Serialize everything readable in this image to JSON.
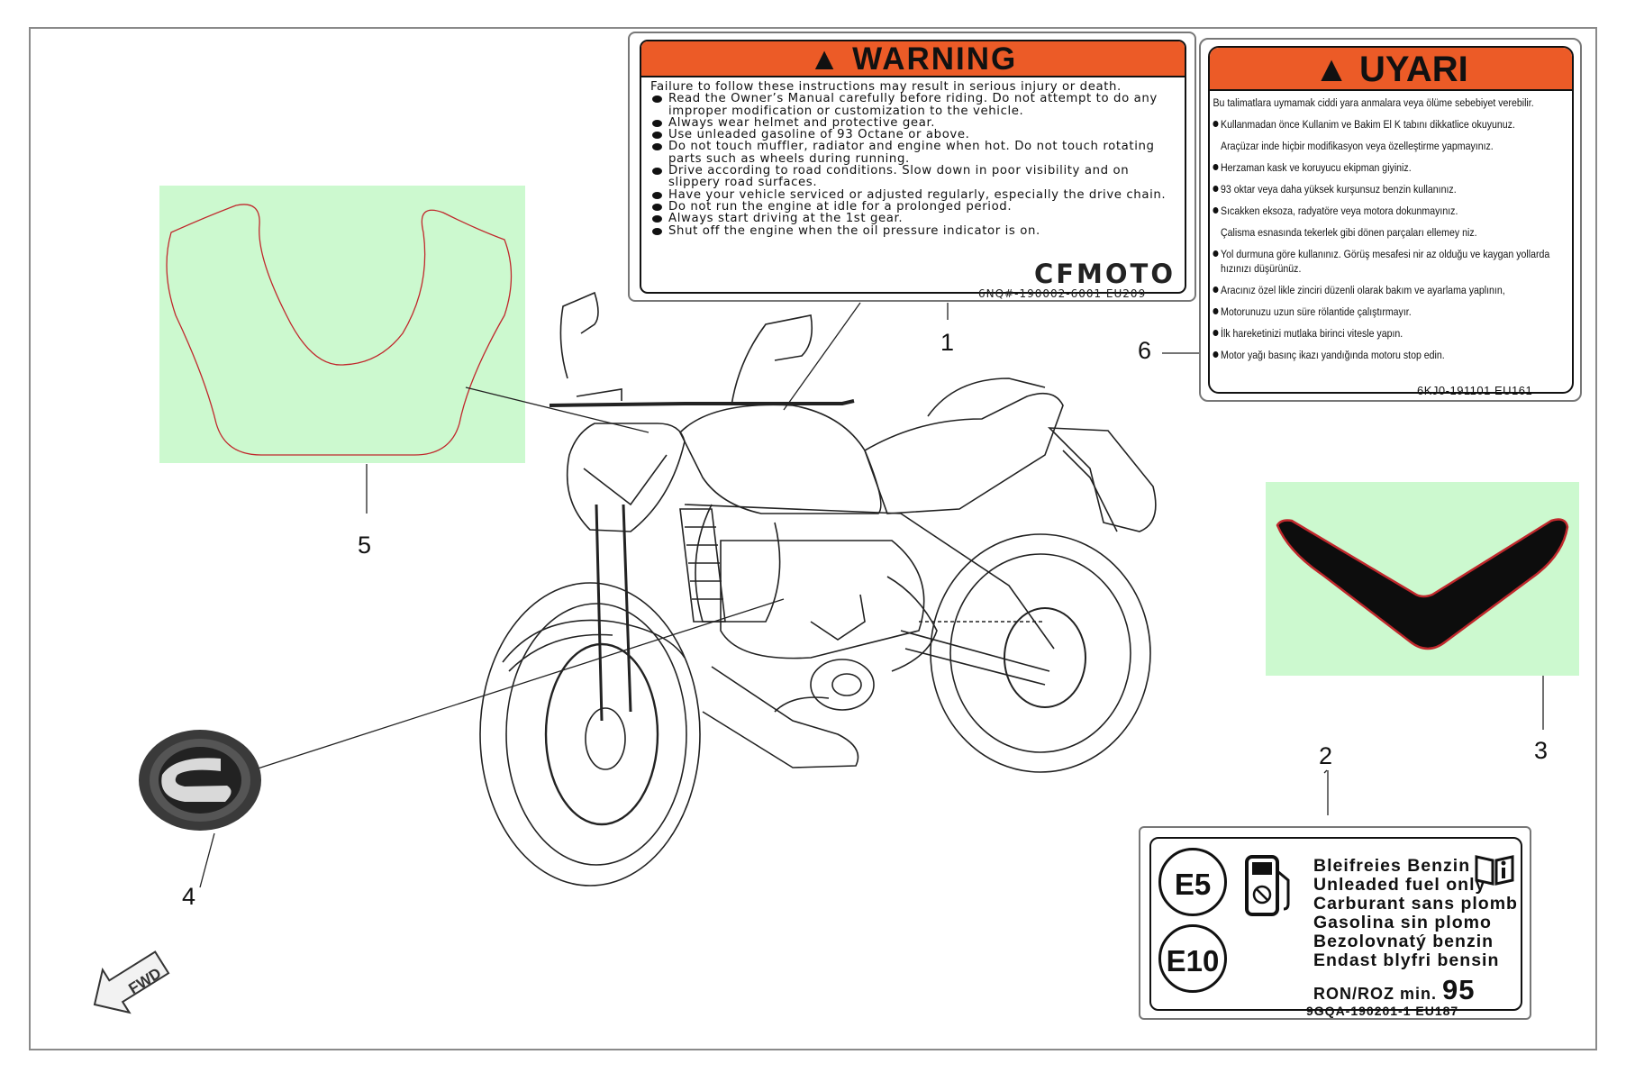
{
  "callouts": {
    "c1": "1",
    "c2": "2",
    "c3": "3",
    "c4": "4",
    "c5": "5",
    "c6": "6"
  },
  "warning": {
    "heading": "WARNING",
    "intro": "Failure to follow these instructions may result in serious injury or death.",
    "items": [
      "Read the Owner’s Manual carefully before riding. Do not attempt to do any improper modification or customization to the vehicle.",
      "Always wear helmet and protective gear.",
      "Use unleaded gasoline of 93 Octane or above.",
      "Do not touch muffler, radiator and engine when hot. Do not touch rotating parts such as wheels during running.",
      "Drive according to road conditions. Slow down in poor visibility and on slippery road surfaces.",
      "Have your vehicle serviced or adjusted regularly, especially the drive chain.",
      "Do not run the engine at idle for a prolonged period.",
      "Always start driving at the 1st gear.",
      "Shut off the engine when the oil pressure indicator   is on."
    ],
    "brand": "CFMOTO",
    "code": "6NQ#-190002-6001  EU209"
  },
  "uyari": {
    "heading": "UYARI",
    "intro": "Bu talimatlara uymamak ciddi yara anmalara veya ölüme sebebiyet verebilir.",
    "items": [
      "Kullanmadan önce Kullanim ve Bakim El K tabını dikkatlice okuyunuz.",
      "Araçüzar inde hiçbir modifikasyon veya özelleştirme yapmayınız.",
      "Herzaman kask ve koruyucu ekipman giyiniz.",
      "93 oktar veya daha yüksek kurşunsuz benzin kullanınız.",
      "Sıcakken eksoza, radyatöre veya motora dokunmayınız.",
      "Çalisma esnasında tekerlek gibi dönen parçaları ellemey niz.",
      "Yol durmuna göre kullanınız. Görüş mesafesi nir az olduğu ve kaygan yollarda hızınızı düşürünüz.",
      "Aracınız özel likle zinciri düzenli olarak bakım ve ayarlama yaplının,",
      "Motorunuzu uzun süre rölantide çalıştırmayır.",
      "İlk hareketinizi mutlaka birinci vitesle yapın.",
      "Motor yağı basınç ikazı yandığında motoru stop edin."
    ],
    "code": "6KJ0-191101   EU161"
  },
  "fuel": {
    "e5": "E5",
    "e10": "E10",
    "lines": [
      "Bleifreies Benzin",
      "Unleaded fuel only",
      "Carburant sans plomb",
      "Gasolina sin plomo",
      "Bezolovnatý benzin",
      "Endast blyfri bensin"
    ],
    "ron_label": "RON/ROZ min.",
    "ron_value": "95",
    "code": "9GQA-190201-1   EU187"
  },
  "fwd_label": "FWD",
  "colors": {
    "warning_orange": "#ec5b27",
    "highlight_green": "#ccf9cf",
    "decal_black": "#0d0d0d",
    "decal_red": "#c0282c"
  }
}
